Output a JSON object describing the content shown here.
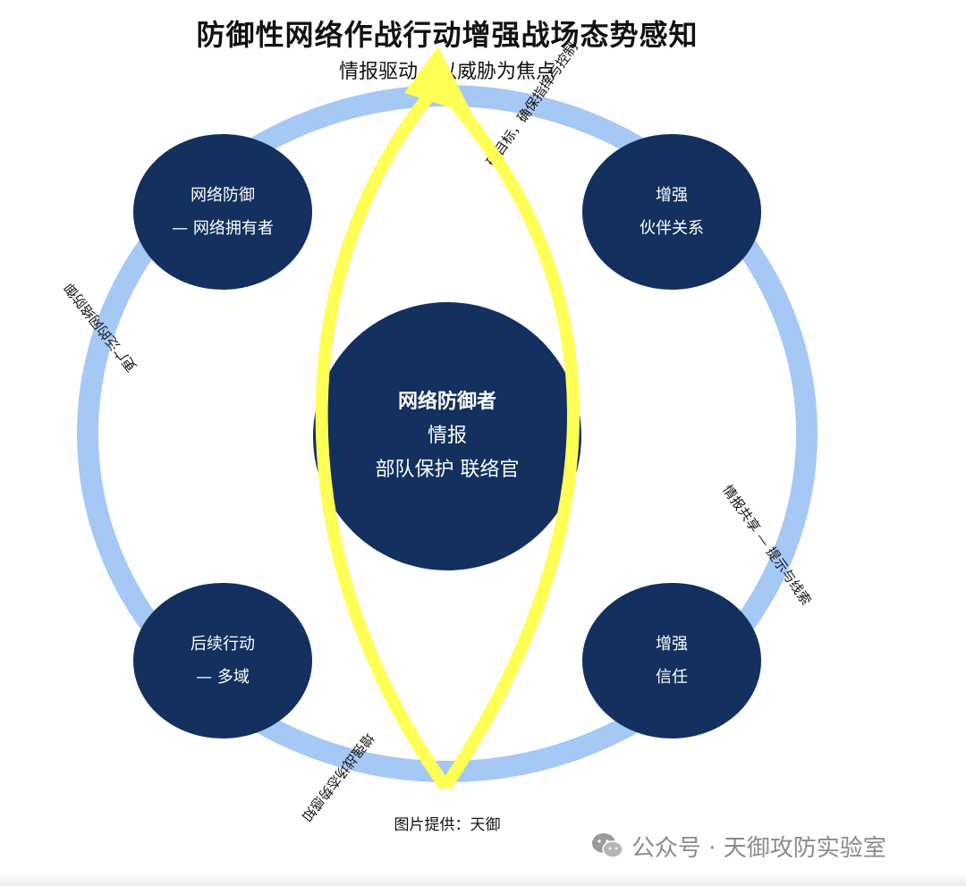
{
  "title": "防御性网络作战行动增强战场态势感知",
  "subtitle": "情报驱动，以威胁为焦点",
  "center_node": {
    "line1": "网络防御者",
    "line2": "情报",
    "line3": "部队保护 联络官"
  },
  "nodes": {
    "top_left": {
      "line1": "网络防御",
      "line2": "— 网络拥有者"
    },
    "top_right": {
      "line1": "增强",
      "line2": "伙伴关系"
    },
    "bottom_left": {
      "line1": "后续行动",
      "line2": "— 多域"
    },
    "bottom_right": {
      "line1": "增强",
      "line2": "信任"
    }
  },
  "arc_labels": {
    "top_right": "硬目标，确保指挥与控制",
    "left": "更广泛的网络防御",
    "right": "情报共享 — 提示与线索",
    "bottom_left": "增强战场态势感知"
  },
  "caption": "图片提供：天御",
  "watermark": {
    "icon": "wechat-icon",
    "text": "公众号 · 天御攻防实验室"
  },
  "colors": {
    "ring": "#a6c8f5",
    "node": "#13305f",
    "arrow": "#ffff55"
  }
}
